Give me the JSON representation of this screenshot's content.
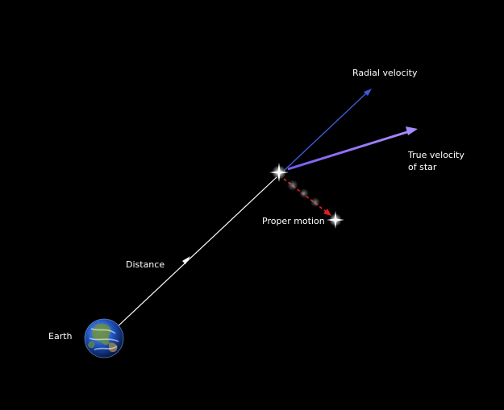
{
  "labels": {
    "radial_velocity": "Radial velocity",
    "true_velocity_line1": "True velocity",
    "true_velocity_line2": "of star",
    "proper_motion": "Proper motion",
    "distance": "Distance",
    "earth": "Earth"
  },
  "colors": {
    "background": "#000000",
    "distance_line": "#ffffff",
    "radial_velocity_arrow": "#3b5bdb",
    "true_velocity_arrow": "#8a6cf0",
    "proper_motion_arrow": "#e02020",
    "label_text": "#ffffff"
  },
  "icons": {
    "earth": "earth-globe-icon",
    "star": "sparkle-star-icon"
  }
}
